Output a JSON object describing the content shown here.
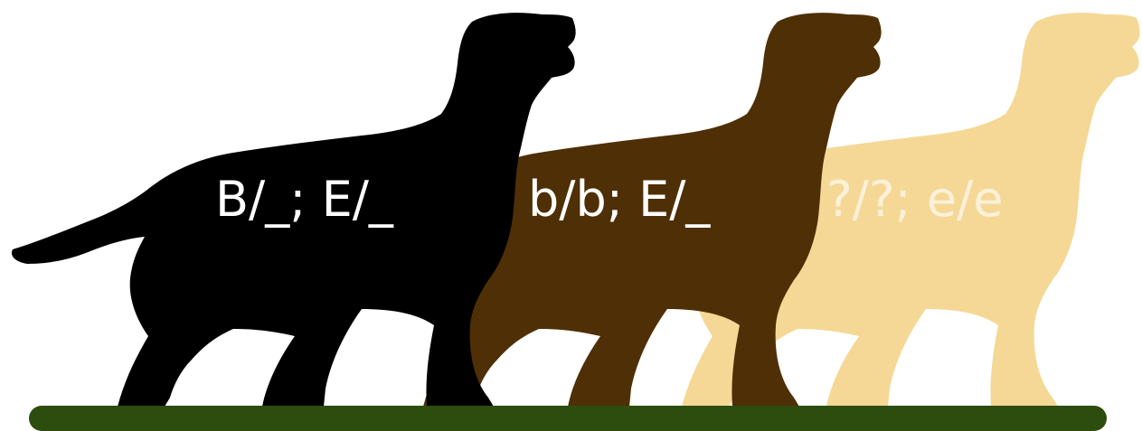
{
  "figure": {
    "dogs": [
      {
        "genotype": "B/_; E/_",
        "coat_color": "#000000",
        "coat": "black"
      },
      {
        "genotype": "b/b; E/_",
        "coat_color": "#4f2f05",
        "coat": "chocolate"
      },
      {
        "genotype": "?/?; e/e",
        "coat_color": "#f5d896",
        "coat": "yellow"
      }
    ],
    "ground_color": "#2c4d0d"
  }
}
